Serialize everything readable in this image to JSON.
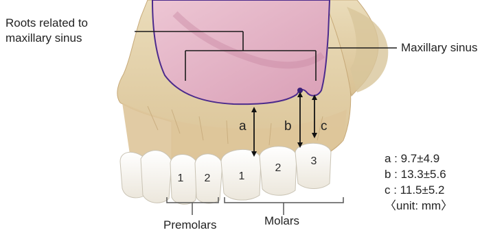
{
  "labels": {
    "roots_line1": "Roots related to",
    "roots_line2": "maxillary sinus",
    "maxillary_sinus": "Maxillary sinus",
    "premolars": "Premolars",
    "molars": "Molars"
  },
  "tooth_numbers": {
    "premolars": [
      "1",
      "2"
    ],
    "molars": [
      "1",
      "2",
      "3"
    ]
  },
  "distance_letters": [
    "a",
    "b",
    "c"
  ],
  "measurements": [
    {
      "letter": "a",
      "text": "a : 9.7±4.9"
    },
    {
      "letter": "b",
      "text": "b : 13.3±5.6"
    },
    {
      "letter": "c",
      "text": "c : 11.5±5.2"
    }
  ],
  "unit_note": "〈unit: mm〉",
  "colors": {
    "bone": "#e6d2a8",
    "bone_shade": "#cdb080",
    "sinus": "#e2b3c6",
    "sinus_outline": "#4b2a8c",
    "tooth": "#fbfaf6",
    "tooth_edge": "#c9c3b4",
    "gum": "#e9bfae"
  }
}
